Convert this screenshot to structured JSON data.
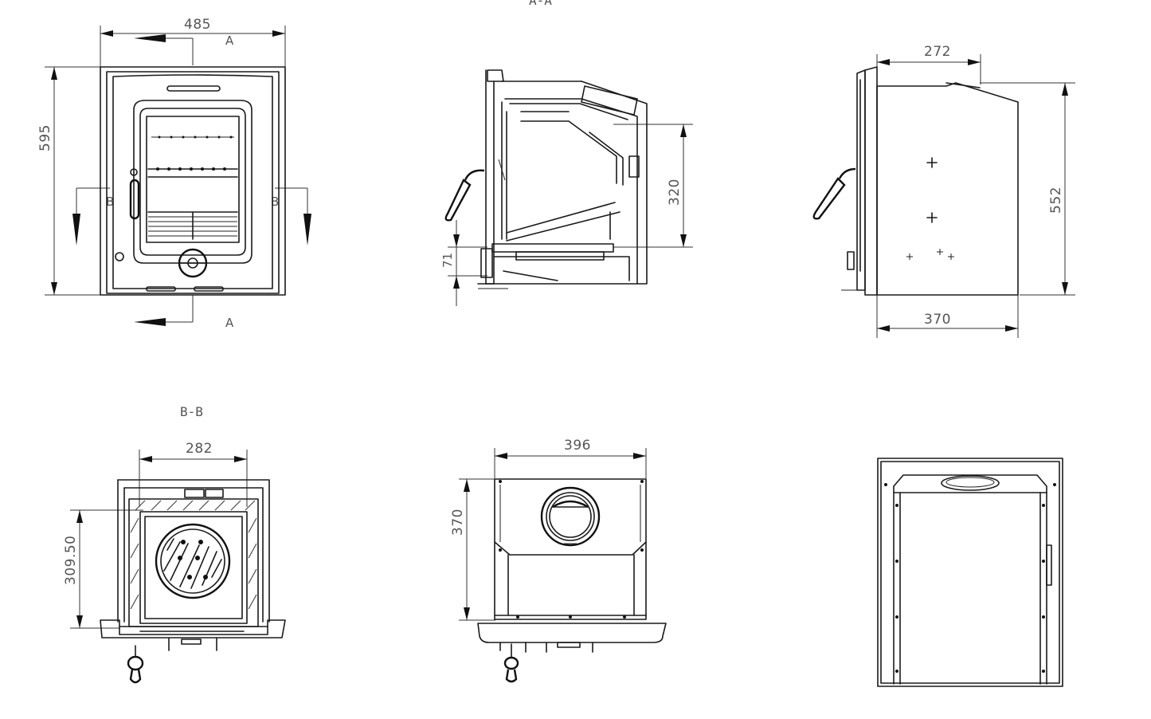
{
  "sections": {
    "aa": "A-A",
    "bb": "B-B",
    "a_marker": "A",
    "b_marker": "B"
  },
  "dimensions": {
    "front_width": "485",
    "front_height": "595",
    "section_a_height": "320",
    "section_a_ash": "71",
    "side_top": "272",
    "side_height": "552",
    "side_depth": "370",
    "bb_width": "282",
    "bb_height": "309.50",
    "rear_width": "396",
    "rear_height": "370"
  },
  "colors": {
    "line": "#1a1a1a",
    "dimension": "#333333",
    "label": "#555555"
  }
}
